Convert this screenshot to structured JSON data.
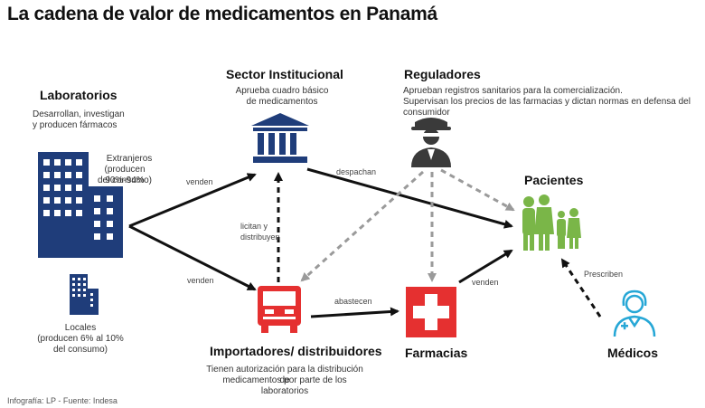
{
  "title": "La cadena de valor de medicamentos en Panamá",
  "footer": "Infografía: LP - Fuente:  Indesa",
  "colors": {
    "navy": "#1f3d7a",
    "red": "#e53030",
    "green": "#7ab648",
    "teal": "#26a7d6",
    "gray": "#3a3a3a",
    "dashed_gray": "#9a9a9a"
  },
  "nodes": {
    "laboratorios": {
      "title": "Laboratorios",
      "desc1": "Desarrollan, investigan",
      "desc2": "y producen fármacos",
      "extranjeros1": "Extranjeros",
      "extranjeros2": "(producen 90%-94%",
      "extranjeros3": "del consumo)",
      "locales1": "Locales",
      "locales2": "(producen  6% al 10%",
      "locales3": "del consumo)",
      "icon": "building-icon"
    },
    "sector": {
      "title": "Sector Institucional",
      "desc1": "Aprueba cuadro básico",
      "desc2": "de medicamentos",
      "icon": "institution-icon"
    },
    "reguladores": {
      "title": "Reguladores",
      "desc1": "Aprueban  registros sanitarios para la comercialización.",
      "desc2": "Supervisan los precios de las farmacias y dictan normas en defensa del consumidor",
      "icon": "inspector-icon"
    },
    "pacientes": {
      "title": "Pacientes",
      "icon": "people-icon"
    },
    "importadores": {
      "title": "Importadores/ distribuidores",
      "desc1": "Tienen autorización  para la distribución de",
      "desc2": "medicamentos  por parte de los laboratorios",
      "icon": "truck-icon"
    },
    "farmacias": {
      "title": "Farmacias",
      "icon": "pharmacy-cross-icon"
    },
    "medicos": {
      "title": "Médicos",
      "icon": "doctor-icon"
    }
  },
  "edges": {
    "venden_top": "venden",
    "venden_bottom": "venden",
    "despachan": "despachan",
    "licitan1": "licitan y",
    "licitan2": "distribuyen",
    "abastecen": "abastecen",
    "venden_farm": "venden",
    "prescriben": "Prescriben"
  }
}
